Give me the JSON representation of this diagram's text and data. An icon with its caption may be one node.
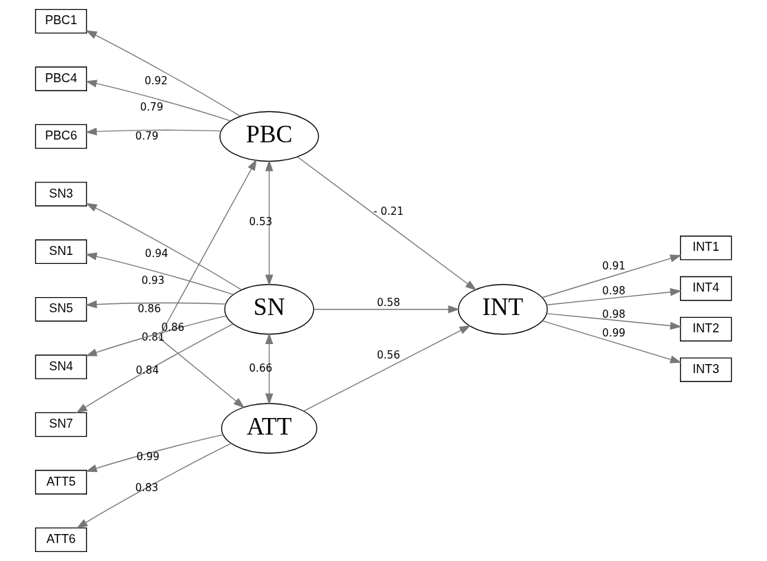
{
  "diagram": {
    "nodes": [
      {
        "text": [
          "PBC1"
        ]
      },
      {
        "text": [
          "PBC4"
        ]
      },
      {
        "text": [
          "PBC6"
        ]
      },
      {
        "text": [
          "SN3"
        ]
      },
      {
        "text": [
          "SN1"
        ]
      },
      {
        "text": [
          "SN5"
        ]
      },
      {
        "text": [
          "SN4"
        ]
      },
      {
        "text": [
          "SN7"
        ]
      },
      {
        "text": [
          "ATT5"
        ]
      },
      {
        "text": [
          "ATT6"
        ]
      },
      {
        "text": [
          "PBC"
        ]
      },
      {
        "text": [
          "SN"
        ]
      },
      {
        "text": [
          "ATT"
        ]
      },
      {
        "text": [
          "INT"
        ]
      },
      {
        "text": [
          "INT1"
        ]
      },
      {
        "text": [
          "INT4"
        ]
      },
      {
        "text": [
          "INT2"
        ]
      },
      {
        "text": [
          "INT3"
        ]
      }
    ],
    "edges": [
      {
        "from": 10,
        "to": 0,
        "arrow": "to",
        "label": "0.92"
      },
      {
        "from": 10,
        "to": 1,
        "arrow": "to",
        "label": "0.79"
      },
      {
        "from": 10,
        "to": 2,
        "arrow": "to",
        "label": "0.79"
      },
      {
        "from": 11,
        "to": 3,
        "arrow": "to",
        "label": "0.94"
      },
      {
        "from": 11,
        "to": 4,
        "arrow": "to",
        "label": "0.93"
      },
      {
        "from": 11,
        "to": 5,
        "arrow": "to",
        "label": "0.86"
      },
      {
        "from": 11,
        "to": 6,
        "arrow": "to",
        "label": "0.86"
      },
      {
        "from": 11,
        "to": 7,
        "arrow": "to",
        "label": "0.84"
      },
      {
        "from": 12,
        "to": 8,
        "arrow": "to",
        "label": "0.99"
      },
      {
        "from": 12,
        "to": 9,
        "arrow": "to",
        "label": "0.83"
      },
      {
        "from": 10,
        "to": 11,
        "arrow": "both",
        "label": "0.53"
      },
      {
        "from": 10,
        "to": 12,
        "arrow": "both",
        "label": "0.81"
      },
      {
        "from": 11,
        "to": 12,
        "arrow": "both",
        "label": "0.66"
      },
      {
        "from": 10,
        "to": 13,
        "arrow": "to",
        "label": "- 0.21"
      },
      {
        "from": 11,
        "to": 13,
        "arrow": "to",
        "label": "0.58"
      },
      {
        "from": 12,
        "to": 13,
        "arrow": "to",
        "label": "0.56"
      },
      {
        "from": 13,
        "to": 14,
        "arrow": "to",
        "label": "0.91"
      },
      {
        "from": 13,
        "to": 15,
        "arrow": "to",
        "label": "0.98"
      },
      {
        "from": 13,
        "to": 16,
        "arrow": "to",
        "label": "0.98"
      },
      {
        "from": 13,
        "to": 17,
        "arrow": "to",
        "label": "0.99"
      }
    ]
  }
}
